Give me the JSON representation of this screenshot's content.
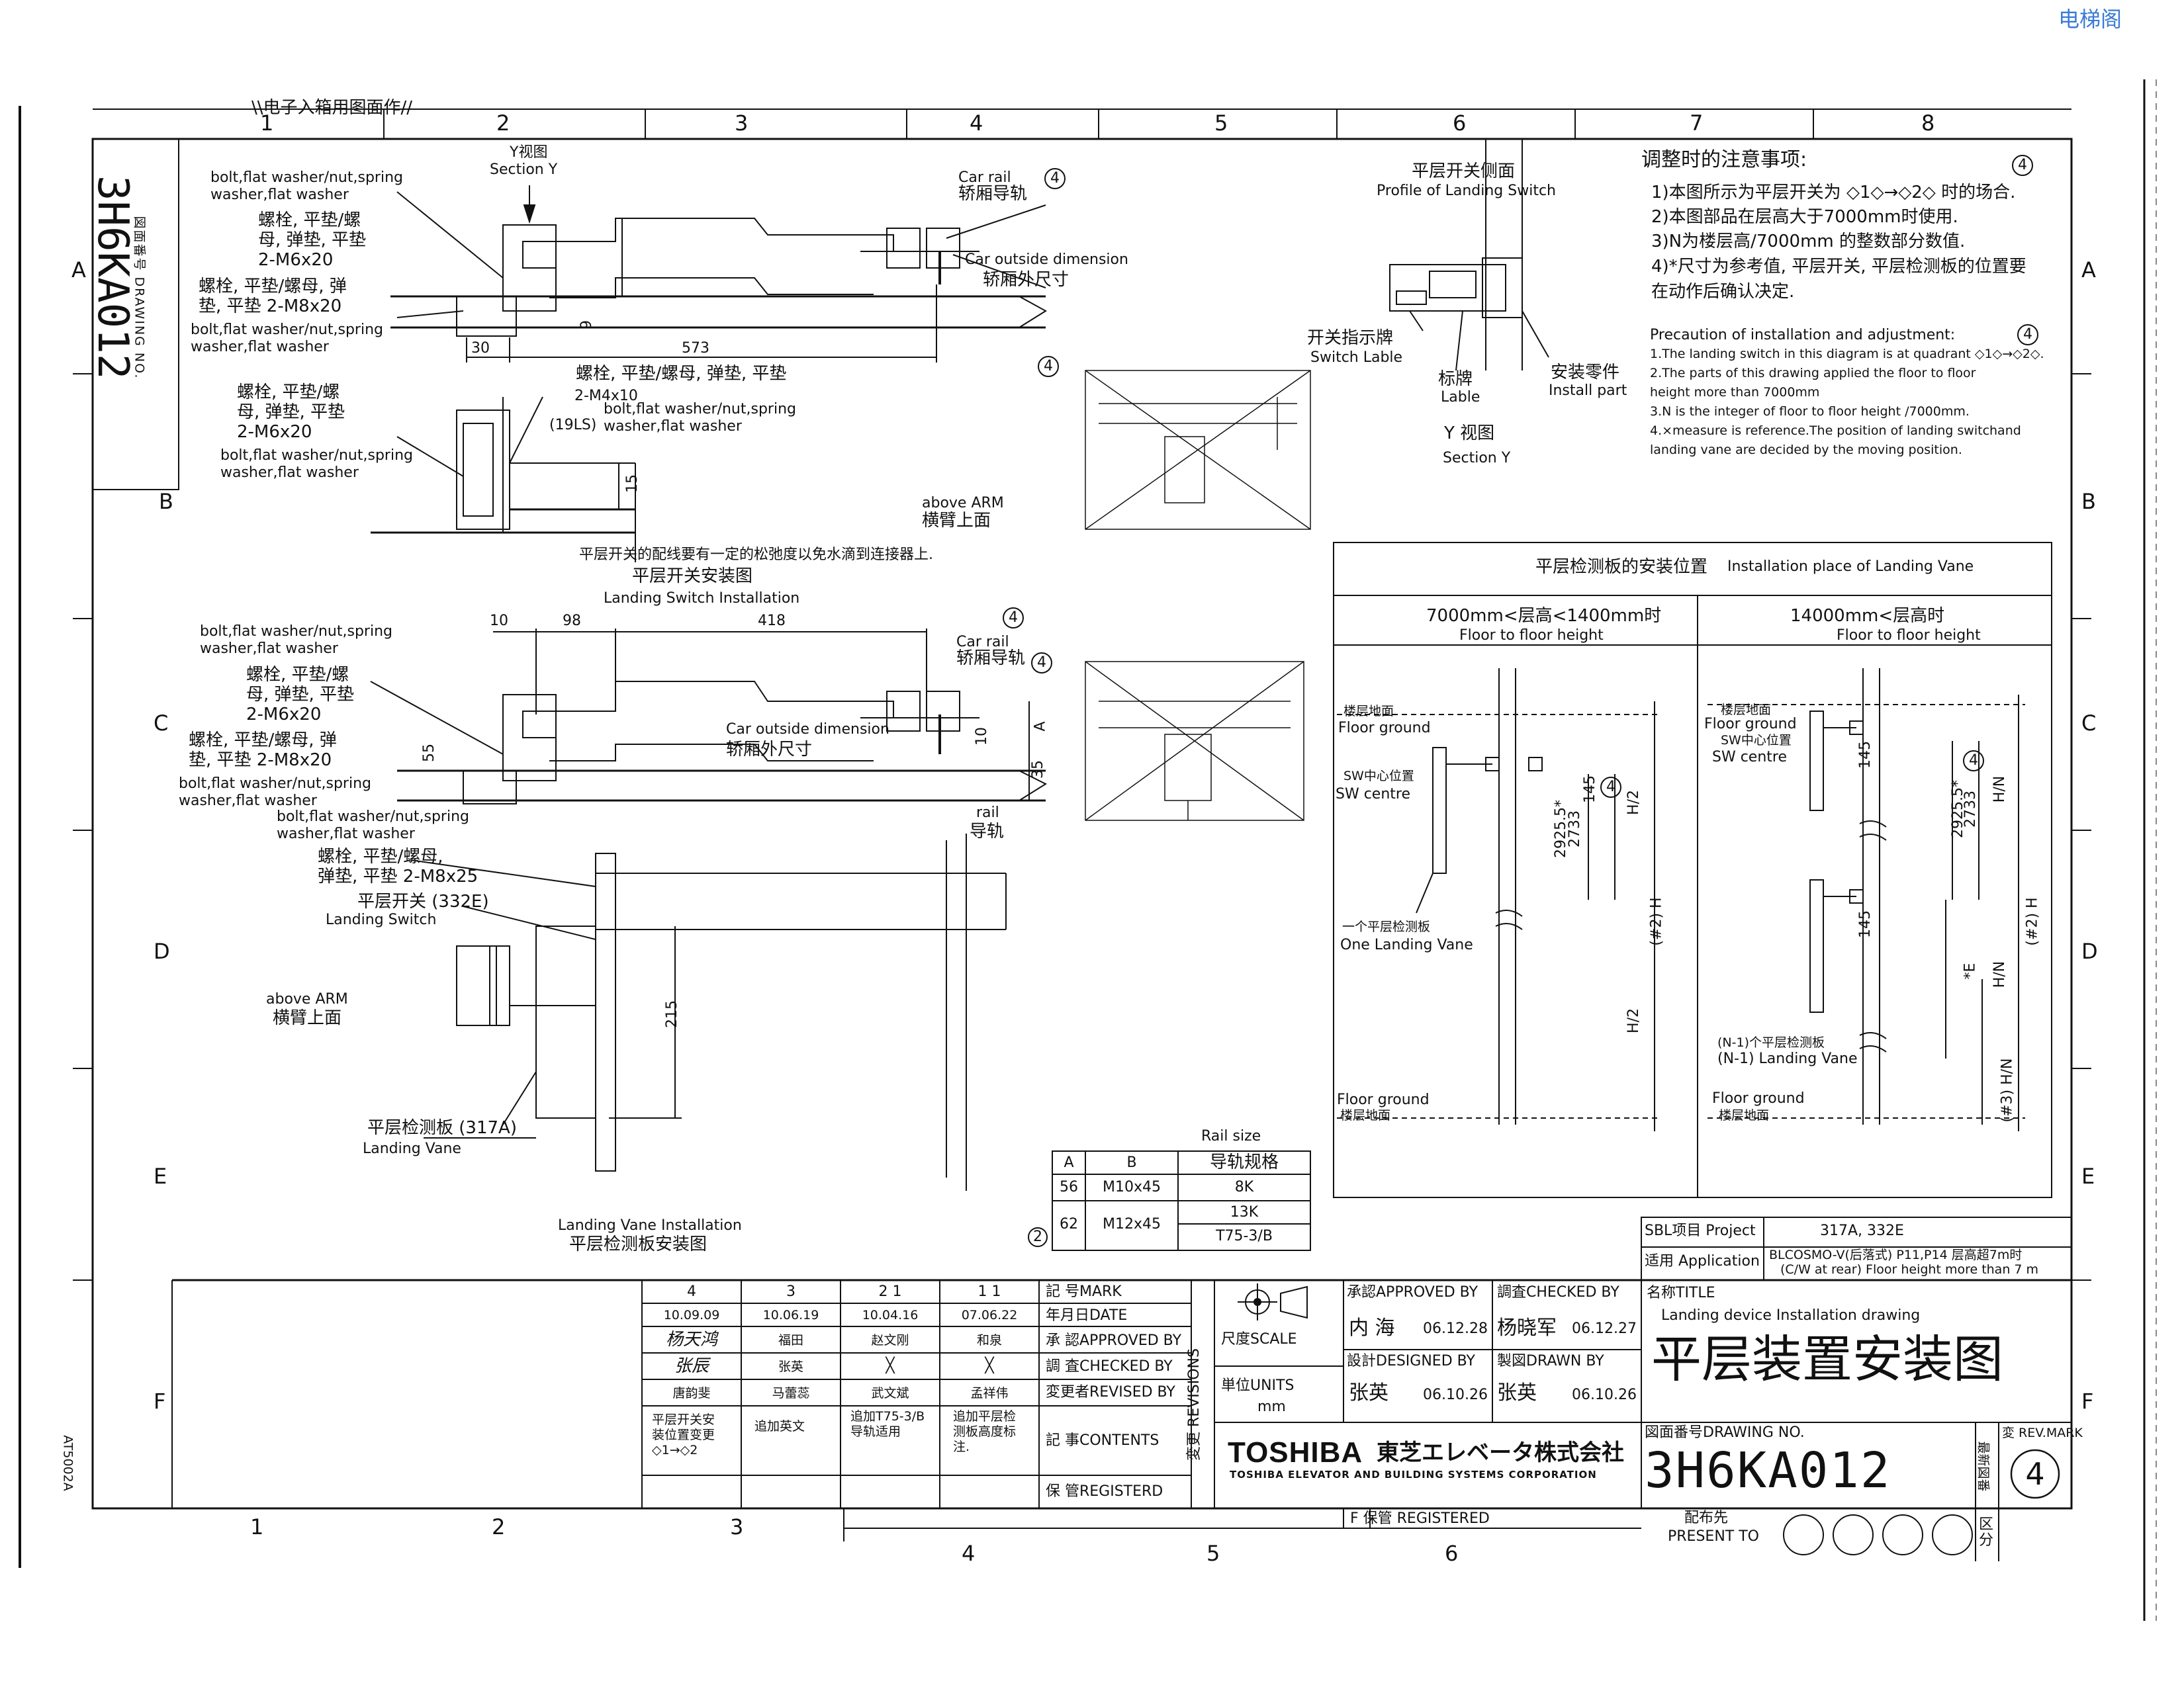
{
  "watermark": "电梯阁",
  "top_title_fragment": "\\\\电子入箱用图面作//",
  "grid": {
    "cols": [
      "1",
      "2",
      "3",
      "4",
      "5",
      "6",
      "7",
      "8"
    ],
    "rows": [
      "A",
      "B",
      "C",
      "D",
      "E",
      "F"
    ]
  },
  "side_drawing_no": {
    "label": "図面番号 DRAWING NO.",
    "value": "3H6KA012"
  },
  "left_margin_code": "AT5002A",
  "view_top": {
    "section_cn": "Y视图",
    "section_en": "Section Y",
    "bolt1_en": "bolt,flat washer/nut,spring\nwasher,flat washer",
    "bolt1_cn": "螺栓, 平垫/螺\n母, 弹垫, 平垫\n2-M6x20",
    "bolt2_cn": "螺栓, 平垫/螺母, 弹\n垫, 平垫 2-M8x20",
    "bolt2_en": "bolt,flat washer/nut,spring\nwasher,flat washer",
    "car_rail_en": "Car rail",
    "car_rail_cn": "轿厢导轨",
    "car_dim_en": "Car outside dimension",
    "car_dim_cn": "轿厢外尺寸",
    "dim_30": "30",
    "dim_573": "573",
    "dim_9": "9",
    "rev_mark": "4"
  },
  "view_switch": {
    "bolt_cn": "螺栓, 平垫/螺\n母, 弹垫, 平垫\n2-M6x20",
    "bolt_en": "bolt,flat washer/nut,spring\nwasher,flat washer",
    "bolt_m4_cn": "螺栓, 平垫/螺母, 弹垫, 平垫",
    "bolt_m4_size": "2-M4x10",
    "bolt_m4_en": "bolt,flat washer/nut,spring\nwasher,flat washer",
    "part_19ls": "(19LS)",
    "dim_15": "15",
    "above_arm_en": "above ARM",
    "above_arm_cn": "横臂上面",
    "note_cn": "平层开关的配线要有一定的松弛度以免水滴到连接器上.",
    "caption_cn": "平层开关安装图",
    "caption_en": "Landing Switch Installation",
    "rev_mark": "4"
  },
  "view_mid": {
    "bolt1_en": "bolt,flat washer/nut,spring\nwasher,flat washer",
    "bolt1_cn": "螺栓, 平垫/螺\n母, 弹垫, 平垫\n2-M6x20",
    "bolt2_cn": "螺栓, 平垫/螺母, 弹\n垫, 平垫 2-M8x20",
    "bolt2_en": "bolt,flat washer/nut,spring\nwasher,flat washer",
    "dim_10": "10",
    "dim_98": "98",
    "dim_418": "418",
    "dim_55": "55",
    "dim_10b": "10",
    "dim_35": "35",
    "dim_a": "A",
    "car_rail_en": "Car rail",
    "car_rail_cn": "轿厢导轨",
    "car_dim_en": "Car outside dimension",
    "car_dim_cn": "轿厢外尺寸",
    "rev_mark1": "4",
    "rev_mark2": "4"
  },
  "view_vane": {
    "bolt_en": "bolt,flat washer/nut,spring\nwasher,flat washer",
    "bolt_cn": "螺栓, 平垫/螺母,\n弹垫, 平垫 2-M8x25",
    "switch_cn": "平层开关 (332E)",
    "switch_en": "Landing Switch",
    "rail_en": "rail",
    "rail_cn": "导轨",
    "above_arm_en": "above ARM",
    "above_arm_cn": "横臂上面",
    "dim_215": "215",
    "vane_cn": "平层检测板 (317A)",
    "vane_en": "Landing Vane",
    "caption_en": "Landing Vane Installation",
    "caption_cn": "平层检测板安装图"
  },
  "rail_table": {
    "title": "Rail size",
    "headers": [
      "A",
      "B",
      "导轨规格"
    ],
    "rows": [
      [
        "56",
        "M10x45",
        "8K"
      ],
      [
        "62",
        "M12x45",
        "13K"
      ],
      [
        "",
        "",
        "T75-3/B"
      ]
    ],
    "rev_mark": "2"
  },
  "profile": {
    "title_cn": "平层开关侧面",
    "title_en": "Profile of Landing Switch",
    "lable_cn": "开关指示牌",
    "lable_en": "Switch Lable",
    "tag_cn": "标牌",
    "tag_en": "Lable",
    "install_cn": "安装零件",
    "install_en": "Install part",
    "section_cn": "Y 视图",
    "section_en": "Section Y"
  },
  "notes": {
    "title_cn": "调整时的注意事项:",
    "cn_lines": [
      "1)本图所示为平层开关为 ◇1◇→◇2◇ 时的场合.",
      "2)本图部品在层高大于7000mm时使用.",
      "3)N为楼层高/7000mm 的整数部分数值.",
      "4)*尺寸为参考值, 平层开关, 平层检测板的位置要",
      "在动作后确认决定."
    ],
    "title_en": "Precaution of installation and adjustment:",
    "en_lines": [
      "1.The landing switch in this diagram is at quadrant ◇1◇→◇2◇.",
      "2.The parts of this drawing  applied the floor to floor",
      "height more than 7000mm",
      "3.N is the integer of floor to floor height /7000mm.",
      "4.×measure is reference.The position of landing switchand",
      "landing vane are decided by the moving position."
    ],
    "rev_mark1": "4",
    "rev_mark2": "4"
  },
  "vane_place": {
    "title_cn": "平层检测板的安装位置",
    "title_en": "Installation place of Landing Vane",
    "left": {
      "head_cn": "7000mm<层高<1400mm时",
      "head_en": "Floor to floor height",
      "floor_top_cn": "楼层地面",
      "floor_top_en": "Floor ground",
      "sw_cn": "SW中心位置",
      "sw_en": "SW centre",
      "one_vane_cn": "一个平层检测板",
      "one_vane_en": "One Landing Vane",
      "floor_bot_en": "Floor ground",
      "floor_bot_cn": "楼层地面",
      "dim_145": "145",
      "dim_2925": "2925.5*",
      "dim_2733": "2733",
      "dim_h2a": "H/2",
      "dim_h2b": "H/2",
      "dim_h": "(#2) H",
      "rev_mark": "4"
    },
    "right": {
      "head_cn": "14000mm<层高时",
      "head_en": "Floor to floor height",
      "floor_top_cn": "楼层地面",
      "floor_top_en": "Floor ground",
      "sw_cn": "SW中心位置",
      "sw_en": "SW centre",
      "n1_cn": "(N-1)个平层检测板",
      "n1_en": "(N-1) Landing Vane",
      "floor_bot_en": "Floor ground",
      "floor_bot_cn": "楼层地面",
      "dim_145a": "145",
      "dim_145b": "145",
      "dim_2925": "2925.5*",
      "dim_2733": "2733",
      "dim_hn1": "H/N",
      "dim_hn2": "H/N",
      "dim_hn3": "(#3) H/N",
      "dim_e": "*E",
      "dim_h": "(#2) H",
      "rev_mark": "4"
    }
  },
  "project": {
    "sbl_label": "SBL项目 Project",
    "sbl_value": "317A, 332E",
    "app_label": "适用 Application",
    "app_value_1": "BLCOSMO-V(后落式) P11,P14 层高超7m时",
    "app_value_2": "(C/W at rear)   Floor height more than 7 m"
  },
  "revisions": {
    "cols": [
      {
        "mark": "4",
        "date": "10.09.09",
        "approved": "杨天鸿",
        "checked": "张辰",
        "revised": "唐韵斐",
        "content": "平层开关安\n装位置变更\n◇1→◇2"
      },
      {
        "mark": "3",
        "date": "10.06.19",
        "approved": "福田",
        "checked": "张英",
        "revised": "马蕾蕊",
        "content": "追加英文"
      },
      {
        "mark": "2 1",
        "date": "10.04.16",
        "approved": "赵文刚",
        "checked": "╳",
        "revised": "武文斌",
        "content": "追加T75-3/B\n导轨适用"
      },
      {
        "mark": "1 1",
        "date": "07.06.22",
        "approved": "和泉",
        "checked": "╳",
        "revised": "孟祥伟",
        "content": "追加平层检\n测板高度标\n注."
      }
    ],
    "labels": {
      "mark": "記 号MARK",
      "date": "年月日DATE",
      "approved": "承 認APPROVED BY",
      "checked": "調 査CHECKED BY",
      "revised": "変更者REVISED BY",
      "contents": "記 事CONTENTS",
      "registered": "保 管REGISTERD"
    },
    "side_label": "変更 REVISIONS"
  },
  "title_block": {
    "scale_label": "尺度SCALE",
    "units_label": "単位UNITS",
    "units_value": "mm",
    "approved_label": "承認APPROVED BY",
    "approved_name": "内 海",
    "approved_date": "06.12.28",
    "checked_label": "調査CHECKED BY",
    "checked_name": "杨晓军",
    "checked_date": "06.12.27",
    "designed_label": "設計DESIGNED BY",
    "designed_name": "张英",
    "designed_date": "06.10.26",
    "drawn_label": "製図DRAWN BY",
    "drawn_name": "张英",
    "drawn_date": "06.10.26",
    "title_label": "名称TITLE",
    "title_en": "Landing device Installation drawing",
    "title_cn": "平层装置安装图",
    "brand": "TOSHIBA",
    "brand_jp": "東芝エレベータ株式会社",
    "brand_en": "TOSHIBA ELEVATOR AND BUILDING SYSTEMS CORPORATION",
    "drawing_no_label": "図面番号DRAWING NO.",
    "drawing_no": "3H6KA012",
    "rev_label": "変 REV.MARK",
    "rev_side": "最新図番",
    "rev_value": "4",
    "f_registered": "F 保管 REGISTERED",
    "present_to_cn": "配布先",
    "present_to_en": "PRESENT TO",
    "kubun": "区分"
  }
}
